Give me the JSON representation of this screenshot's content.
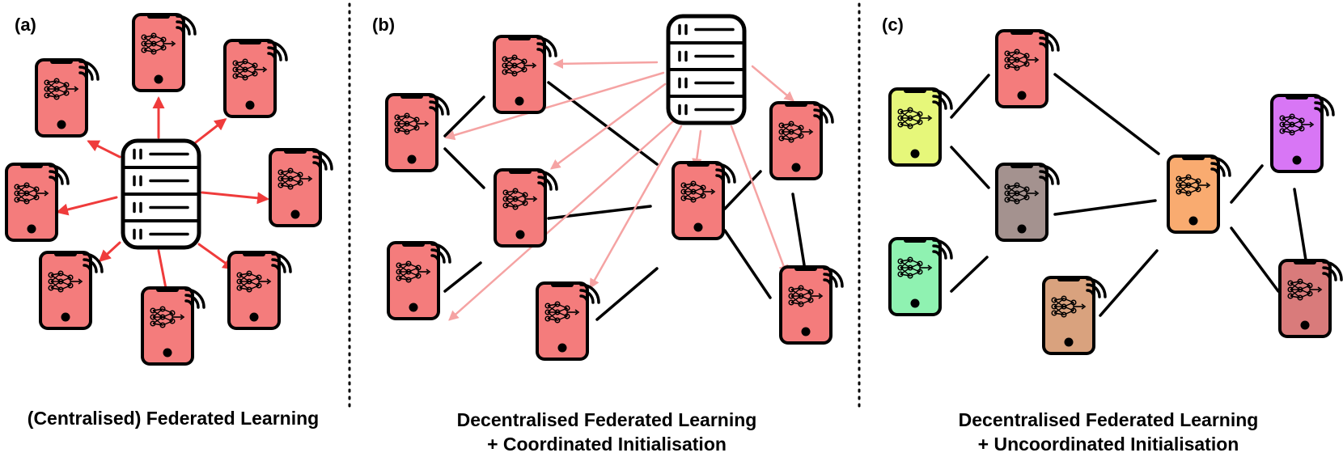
{
  "panels": [
    {
      "label": "(a)",
      "caption_lines": [
        "(Centralised) Federated Learning"
      ],
      "has_server": true,
      "phone_colors": [
        "#f47c7c",
        "#f47c7c",
        "#f47c7c",
        "#f47c7c",
        "#f47c7c",
        "#f47c7c",
        "#f47c7c",
        "#f47c7c"
      ]
    },
    {
      "label": "(b)",
      "caption_lines": [
        "Decentralised Federated Learning",
        "+ Coordinated Initialisation"
      ],
      "has_server": true,
      "phone_colors": [
        "#f47c7c",
        "#f47c7c",
        "#f47c7c",
        "#f47c7c",
        "#f47c7c",
        "#f47c7c",
        "#f47c7c",
        "#f47c7c"
      ]
    },
    {
      "label": "(c)",
      "caption_lines": [
        "Decentralised Federated Learning",
        "+ Uncoordinated Initialisation"
      ],
      "has_server": false,
      "phone_colors": [
        "#f47c7c",
        "#e6f77a",
        "#a4928f",
        "#8ff2b1",
        "#d9a27e",
        "#f9ab70",
        "#d876f5",
        "#d97b7b"
      ]
    }
  ],
  "colors": {
    "phone_default": "#f47c7c",
    "arrow_strong": "#ef3b3b",
    "arrow_light": "#f5a3a3",
    "edge": "#000000",
    "divider": "#000000"
  },
  "icons": [
    "phone-icon",
    "wifi-icon",
    "neural-net-icon",
    "server-icon"
  ]
}
